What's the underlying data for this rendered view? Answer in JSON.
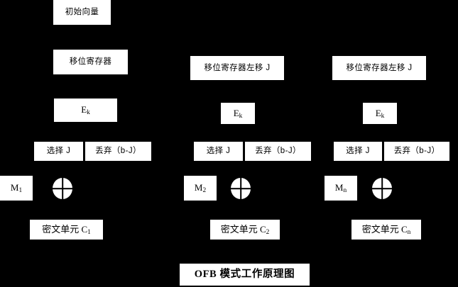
{
  "diagram": {
    "title": "OFB 模式工作原理图",
    "background_color": "#000000",
    "node_fill_color": "#ffffff",
    "node_text_color": "#000000",
    "labels": {
      "iv": "初始向量",
      "shift_register": "移位寄存器",
      "shift_register_left": "移位寄存器左移 J",
      "encrypt": "E",
      "encrypt_sub": "k",
      "select": "选择 J",
      "discard": "丢弃（b-J）",
      "plaintext": "M",
      "plaintext_sub_1": "1",
      "plaintext_sub_2": "2",
      "plaintext_sub_n": "n",
      "ciphertext": "密文单元 C",
      "ciphertext_sub_1": "1",
      "ciphertext_sub_2": "2",
      "ciphertext_sub_n": "n",
      "xor": "xor-operator"
    },
    "stages": [
      {
        "id": "stage-1",
        "shift_register": "移位寄存器",
        "encrypt": "E",
        "encrypt_sub": "k",
        "select": "选择 J",
        "discard": "丢弃（b-J）",
        "plaintext": "M",
        "plaintext_sub": "1",
        "ciphertext": "密文单元 C",
        "ciphertext_sub": "1"
      },
      {
        "id": "stage-2",
        "shift_register": "移位寄存器左移 J",
        "encrypt": "E",
        "encrypt_sub": "k",
        "select": "选择 J",
        "discard": "丢弃（b-J）",
        "plaintext": "M",
        "plaintext_sub": "2",
        "ciphertext": "密文单元 C",
        "ciphertext_sub": "2"
      },
      {
        "id": "stage-n",
        "shift_register": "移位寄存器左移 J",
        "encrypt": "E",
        "encrypt_sub": "k",
        "select": "选择 J",
        "discard": "丢弃（b-J）",
        "plaintext": "M",
        "plaintext_sub": "n",
        "ciphertext": "密文单元 C",
        "ciphertext_sub": "n"
      }
    ]
  }
}
